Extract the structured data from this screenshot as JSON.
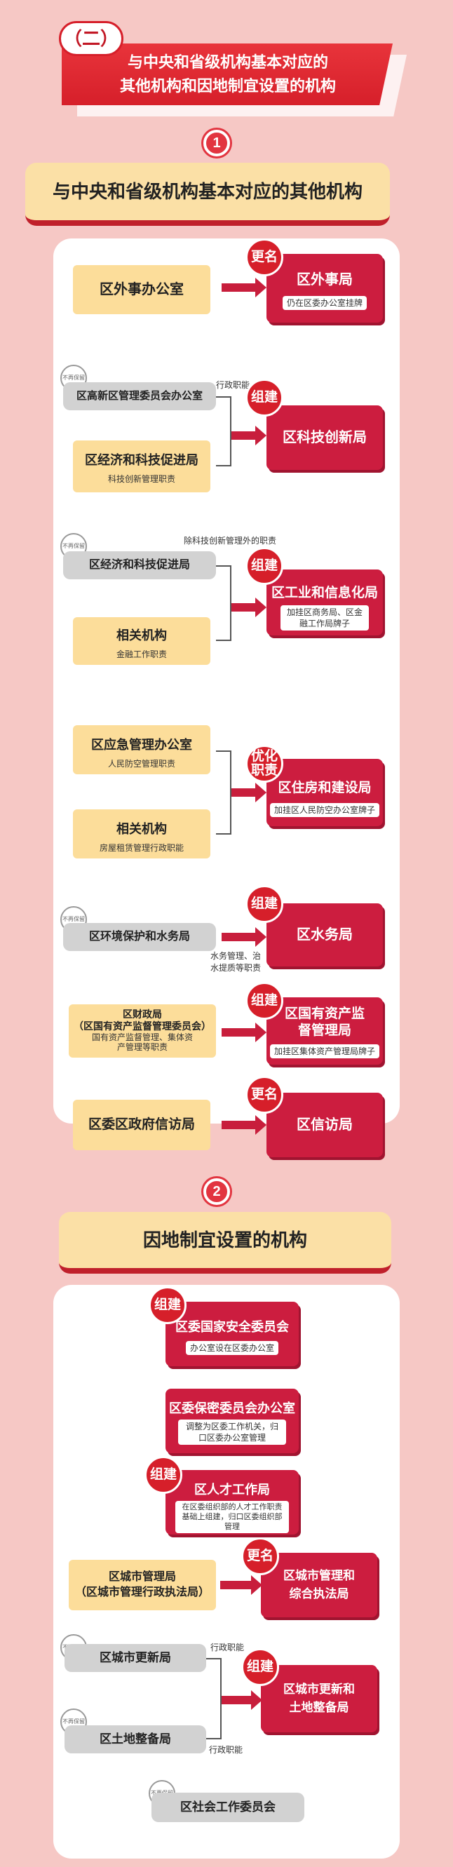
{
  "header": {
    "number": "（二）",
    "line1": "与中央和省级机构基本对应的",
    "line2": "其他机构和因地制宜设置的机构"
  },
  "section1": {
    "num": "1",
    "title": "与中央和省级机构基本对应的其他机构",
    "groups": {
      "g1": {
        "from": "区外事办公室",
        "badge": "更名",
        "to": "区外事局",
        "to_tag": "仍在区委办公室挂牌"
      },
      "g2": {
        "stamp": "不再保留",
        "from1": "区高新区管理委员会办公室",
        "note": "行政职能",
        "from2": "区经济和科技促进局",
        "from2_sub": "科技创新管理职责",
        "badge": "组建",
        "to": "区科技创新局"
      },
      "g3": {
        "stamp": "不再保留",
        "note": "除科技创新管理外的职责",
        "from1": "区经济和科技促进局",
        "from2": "相关机构",
        "from2_sub": "金融工作职责",
        "badge": "组建",
        "to": "区工业和信息化局",
        "to_tag": "加挂区商务局、区金融工作局牌子"
      },
      "g4": {
        "from1": "区应急管理办公室",
        "from1_sub": "人民防空管理职责",
        "from2": "相关机构",
        "from2_sub": "房屋租赁管理行政职能",
        "badge": "优化职责",
        "to": "区住房和建设局",
        "to_tag": "加挂区人民防空办公室牌子"
      },
      "g5": {
        "stamp": "不再保留",
        "from": "区环境保护和水务局",
        "note": "水务管理、治水提质等职责",
        "badge": "组建",
        "to": "区水务局"
      },
      "g6": {
        "from_line1": "区财政局",
        "from_line2": "（区国有资产监督管理委员会）",
        "from_sub": "国有资产监督管理、集体资产管理等职责",
        "badge": "组建",
        "to": "区国有资产监督管理局",
        "to_tag": "加挂区集体资产管理局牌子"
      },
      "g7": {
        "from": "区委区政府信访局",
        "badge": "更名",
        "to": "区信访局"
      }
    }
  },
  "section2": {
    "num": "2",
    "title": "因地制宜设置的机构",
    "items": {
      "a": {
        "badge": "组建",
        "title": "区委国家安全委员会",
        "tag": "办公室设在区委办公室"
      },
      "b": {
        "title": "区委保密委员会办公室",
        "tag": "调整为区委工作机关，归口区委办公室管理"
      },
      "c": {
        "badge": "组建",
        "title": "区人才工作局",
        "tag": "在区委组织部的人才工作职责基础上组建，归口区委组织部管理"
      },
      "d": {
        "from_line1": "区城市管理局",
        "from_line2": "（区城市管理行政执法局）",
        "badge": "更名",
        "to": "区城市管理和综合执法局"
      },
      "e": {
        "stamp": "不再保留",
        "from1": "区城市更新局",
        "from2": "区土地整备局",
        "note1": "行政职能",
        "note2": "行政职能",
        "badge": "组建",
        "to": "区城市更新和土地整备局"
      },
      "f": {
        "stamp": "不再保留",
        "title": "区社会工作委员会"
      }
    }
  }
}
